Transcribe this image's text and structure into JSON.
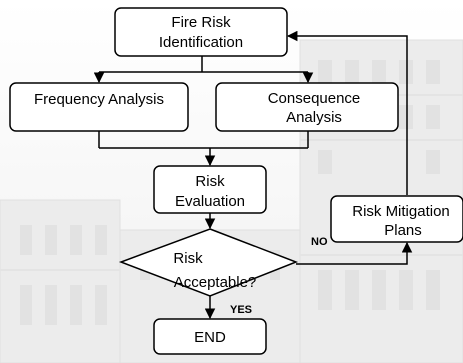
{
  "diagram": {
    "nodes": {
      "identification": {
        "line1": "Fire Risk",
        "line2": "Identification"
      },
      "frequency": {
        "line1": "Frequency Analysis"
      },
      "consequence": {
        "line1": "Consequence",
        "line2": "Analysis"
      },
      "evaluation": {
        "line1": "Risk",
        "line2": "Evaluation"
      },
      "acceptable": {
        "line1": "Risk",
        "line2": "Acceptable?"
      },
      "mitigation": {
        "line1": "Risk Mitigation",
        "line2": "Plans"
      },
      "end": {
        "line1": "END"
      }
    },
    "edges": {
      "no_label": "NO",
      "yes_label": "YES"
    }
  }
}
